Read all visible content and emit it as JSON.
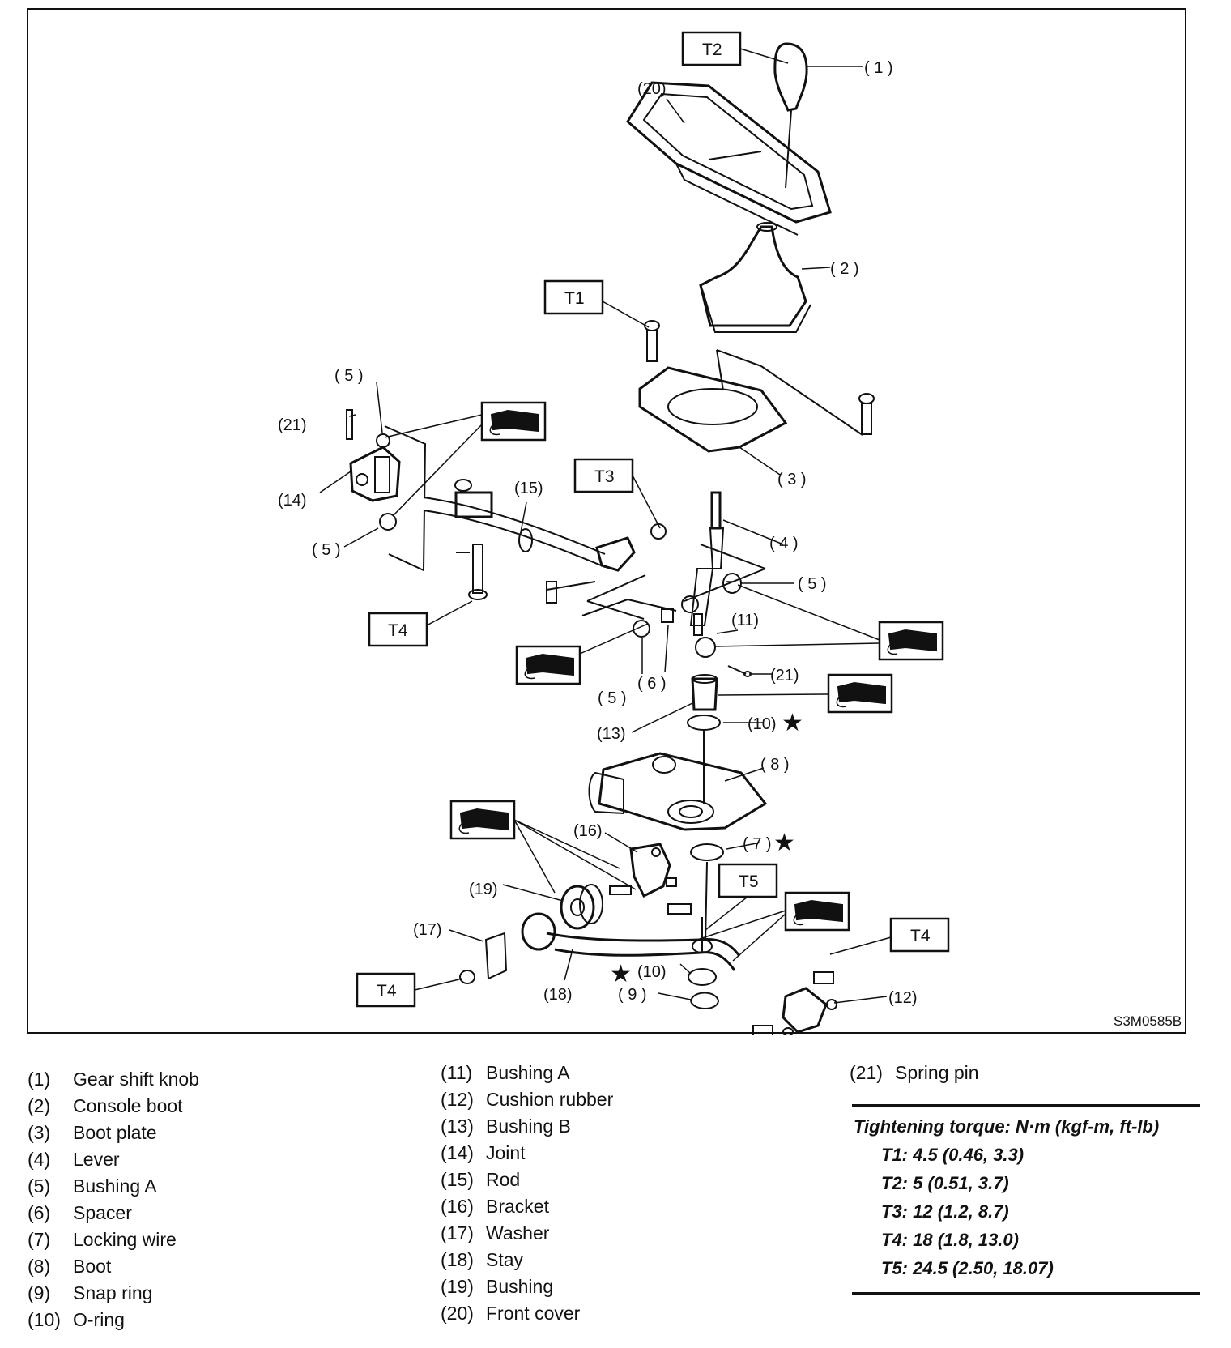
{
  "diagram": {
    "image_code": "S3M0585B",
    "torque_tags": {
      "t1": "T1",
      "t2": "T2",
      "t3": "T3",
      "t4_a": "T4",
      "t4_b": "T4",
      "t4_c": "T4",
      "t5": "T5"
    },
    "callouts": {
      "c1": "( 1 )",
      "c2": "( 2 )",
      "c3": "( 3 )",
      "c4": "( 4 )",
      "c5_a": "( 5 )",
      "c5_b": "( 5 )",
      "c5_c": "( 5 )",
      "c5_d": "( 5 )",
      "c6": "( 6 )",
      "c7": "( 7 )",
      "c8": "( 8 )",
      "c9": "( 9 )",
      "c10_a": "(10)",
      "c10_b": "(10)",
      "c11": "(11)",
      "c12": "(12)",
      "c13": "(13)",
      "c14": "(14)",
      "c15": "(15)",
      "c16": "(16)",
      "c17": "(17)",
      "c18": "(18)",
      "c19": "(19)",
      "c20": "(20)",
      "c21_a": "(21)",
      "c21_b": "(21)"
    },
    "star": "★",
    "grease_icon": "grease-tube-icon"
  },
  "legend": {
    "col1": [
      {
        "num": "(1)",
        "name": "Gear shift knob"
      },
      {
        "num": "(2)",
        "name": "Console boot"
      },
      {
        "num": "(3)",
        "name": "Boot plate"
      },
      {
        "num": "(4)",
        "name": "Lever"
      },
      {
        "num": "(5)",
        "name": "Bushing A"
      },
      {
        "num": "(6)",
        "name": "Spacer"
      },
      {
        "num": "(7)",
        "name": "Locking wire"
      },
      {
        "num": "(8)",
        "name": "Boot"
      },
      {
        "num": "(9)",
        "name": "Snap ring"
      },
      {
        "num": "(10)",
        "name": "O-ring"
      }
    ],
    "col2": [
      {
        "num": "(11)",
        "name": "Bushing A"
      },
      {
        "num": "(12)",
        "name": "Cushion rubber"
      },
      {
        "num": "(13)",
        "name": "Bushing B"
      },
      {
        "num": "(14)",
        "name": "Joint"
      },
      {
        "num": "(15)",
        "name": "Rod"
      },
      {
        "num": "(16)",
        "name": "Bracket"
      },
      {
        "num": "(17)",
        "name": "Washer"
      },
      {
        "num": "(18)",
        "name": "Stay"
      },
      {
        "num": "(19)",
        "name": "Bushing"
      },
      {
        "num": "(20)",
        "name": "Front cover"
      }
    ],
    "col3": [
      {
        "num": "(21)",
        "name": "Spring pin"
      }
    ]
  },
  "torque": {
    "title": "Tightening torque: N·m (kgf-m, ft-lb)",
    "rows": [
      "T1: 4.5 (0.46, 3.3)",
      "T2: 5 (0.51, 3.7)",
      "T3: 12 (1.2, 8.7)",
      "T4: 18 (1.8, 13.0)",
      "T5: 24.5 (2.50, 18.07)"
    ]
  }
}
